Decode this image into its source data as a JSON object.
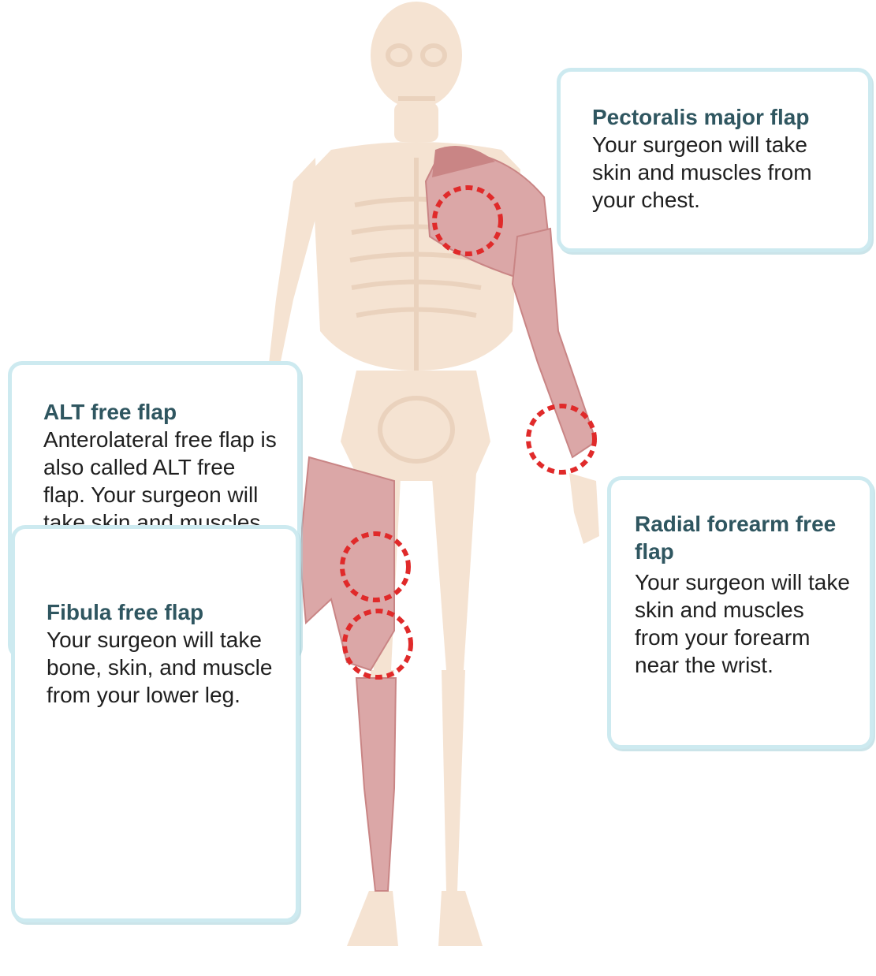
{
  "diagram": {
    "colors": {
      "bone": "#f5e3d2",
      "bone_shadow": "#ead2bd",
      "muscle": "#dba7a7",
      "muscle_dark": "#c98585",
      "marker": "#e02a2a",
      "callout_border": "#cdeaf0",
      "heading": "#2f5660"
    },
    "callouts": {
      "pectoralis": {
        "title": "Pectoralis major flap",
        "body": "Your surgeon will take skin and muscles from your chest."
      },
      "alt": {
        "title": "ALT free flap",
        "body": "Anterolateral free flap is also called ALT free flap. Your surgeon will take skin and muscles from the front of the thigh."
      },
      "radial": {
        "title": "Radial forearm free flap",
        "body": "Your surgeon will take skin and muscles from your forearm near the wrist."
      },
      "fibula": {
        "title": "Fibula free flap",
        "body": "Your surgeon will take bone, skin, and muscle from your lower leg."
      }
    },
    "markers": [
      "chest-flap-site",
      "forearm-flap-site",
      "thigh-flap-site",
      "lower-leg-flap-site"
    ]
  }
}
